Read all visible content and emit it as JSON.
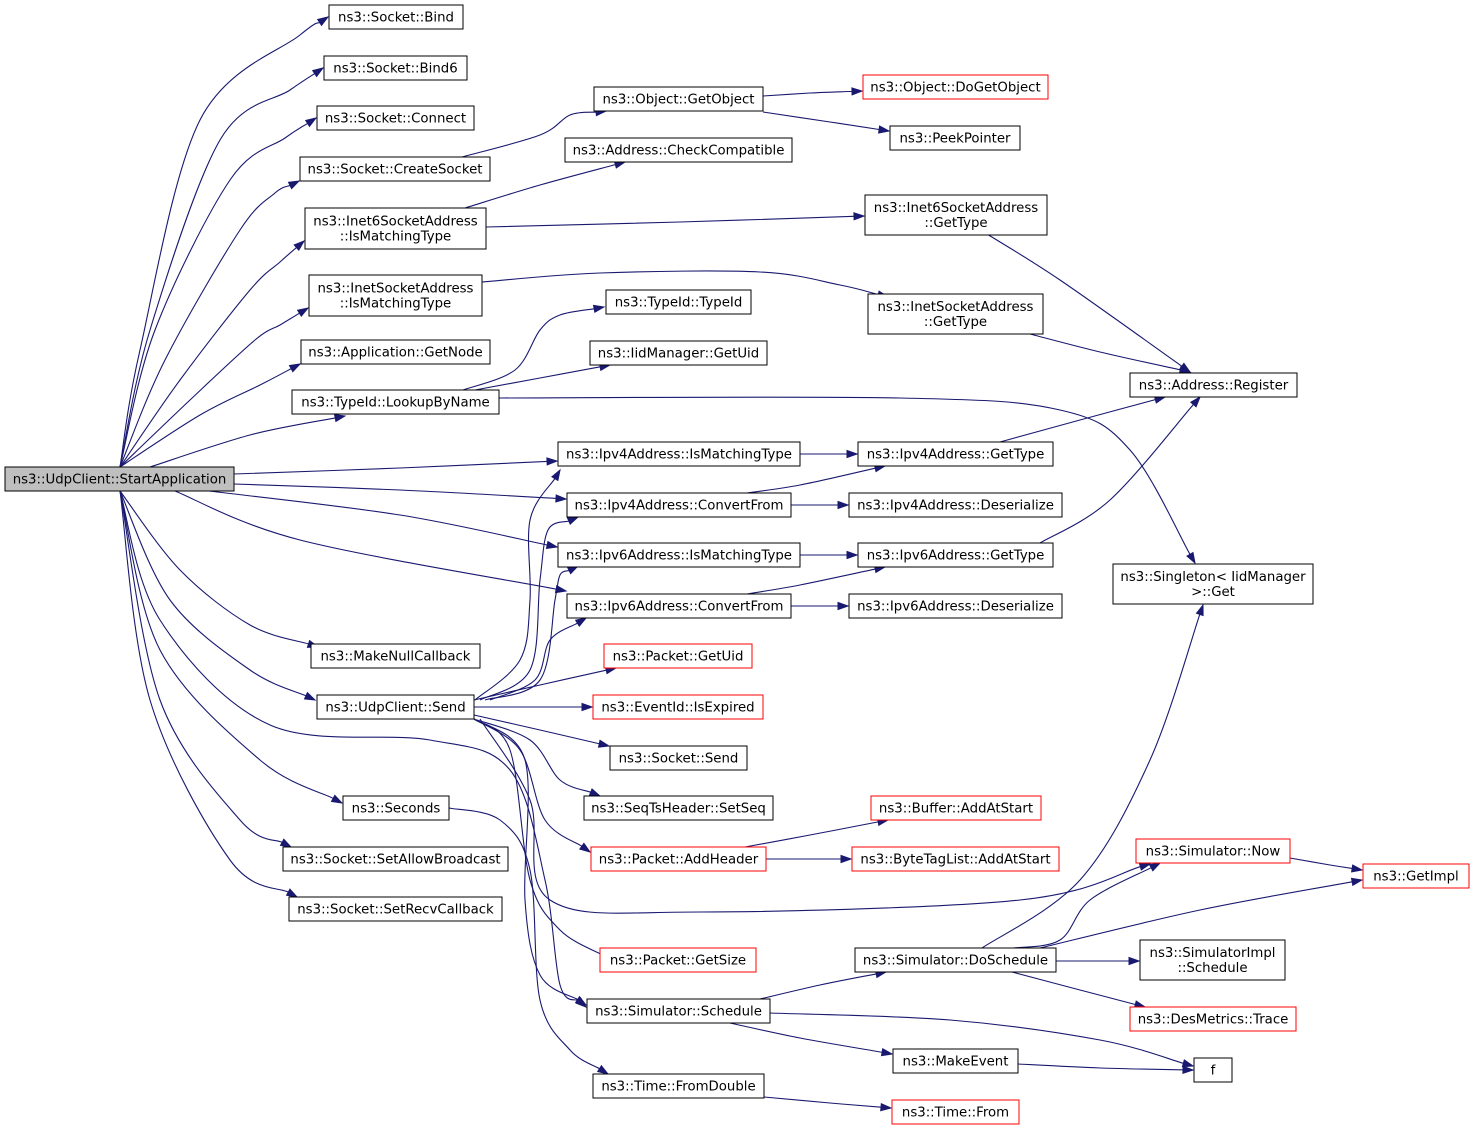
{
  "graph": {
    "root": "ns3::UdpClient::StartApplication",
    "nodes": {
      "start": {
        "lines": [
          "ns3::UdpClient::StartApplication"
        ],
        "root": true
      },
      "bind": {
        "lines": [
          "ns3::Socket::Bind"
        ]
      },
      "bind6": {
        "lines": [
          "ns3::Socket::Bind6"
        ]
      },
      "connect": {
        "lines": [
          "ns3::Socket::Connect"
        ]
      },
      "createsocket": {
        "lines": [
          "ns3::Socket::CreateSocket"
        ]
      },
      "i6ismatch": {
        "lines": [
          "ns3::Inet6SocketAddress",
          "::IsMatchingType"
        ]
      },
      "iismatch": {
        "lines": [
          "ns3::InetSocketAddress",
          "::IsMatchingType"
        ]
      },
      "getnode": {
        "lines": [
          "ns3::Application::GetNode"
        ]
      },
      "lookup": {
        "lines": [
          "ns3::TypeId::LookupByName"
        ]
      },
      "makenull": {
        "lines": [
          "ns3::MakeNullCallback"
        ]
      },
      "udpsend": {
        "lines": [
          "ns3::UdpClient::Send"
        ]
      },
      "seconds": {
        "lines": [
          "ns3::Seconds"
        ]
      },
      "setallow": {
        "lines": [
          "ns3::Socket::SetAllowBroadcast"
        ]
      },
      "setrecv": {
        "lines": [
          "ns3::Socket::SetRecvCallback"
        ]
      },
      "getobject": {
        "lines": [
          "ns3::Object::GetObject"
        ]
      },
      "checkcompat": {
        "lines": [
          "ns3::Address::CheckCompatible"
        ]
      },
      "typeid": {
        "lines": [
          "ns3::TypeId::TypeId"
        ]
      },
      "iidgetuid": {
        "lines": [
          "ns3::IidManager::GetUid"
        ]
      },
      "v4ismatch": {
        "lines": [
          "ns3::Ipv4Address::IsMatchingType"
        ]
      },
      "v4convert": {
        "lines": [
          "ns3::Ipv4Address::ConvertFrom"
        ]
      },
      "v6ismatch": {
        "lines": [
          "ns3::Ipv6Address::IsMatchingType"
        ]
      },
      "v6convert": {
        "lines": [
          "ns3::Ipv6Address::ConvertFrom"
        ]
      },
      "pktgetuid": {
        "lines": [
          "ns3::Packet::GetUid"
        ],
        "red": true
      },
      "isexpired": {
        "lines": [
          "ns3::EventId::IsExpired"
        ],
        "red": true
      },
      "socksend": {
        "lines": [
          "ns3::Socket::Send"
        ]
      },
      "setseq": {
        "lines": [
          "ns3::SeqTsHeader::SetSeq"
        ]
      },
      "addheader": {
        "lines": [
          "ns3::Packet::AddHeader"
        ],
        "red": true
      },
      "getsize": {
        "lines": [
          "ns3::Packet::GetSize"
        ],
        "red": true
      },
      "simschedule": {
        "lines": [
          "ns3::Simulator::Schedule"
        ]
      },
      "fromdouble": {
        "lines": [
          "ns3::Time::FromDouble"
        ]
      },
      "dogetobject": {
        "lines": [
          "ns3::Object::DoGetObject"
        ],
        "red": true
      },
      "peekpointer": {
        "lines": [
          "ns3::PeekPointer"
        ]
      },
      "i6gettype": {
        "lines": [
          "ns3::Inet6SocketAddress",
          "::GetType"
        ]
      },
      "igettype": {
        "lines": [
          "ns3::InetSocketAddress",
          "::GetType"
        ]
      },
      "v4gettype": {
        "lines": [
          "ns3::Ipv4Address::GetType"
        ]
      },
      "v4deser": {
        "lines": [
          "ns3::Ipv4Address::Deserialize"
        ]
      },
      "v6gettype": {
        "lines": [
          "ns3::Ipv6Address::GetType"
        ]
      },
      "v6deser": {
        "lines": [
          "ns3::Ipv6Address::Deserialize"
        ]
      },
      "addatstart": {
        "lines": [
          "ns3::Buffer::AddAtStart"
        ],
        "red": true
      },
      "btladdatstart": {
        "lines": [
          "ns3::ByteTagList::AddAtStart"
        ],
        "red": true
      },
      "doschedule": {
        "lines": [
          "ns3::Simulator::DoSchedule"
        ]
      },
      "makeevent": {
        "lines": [
          "ns3::MakeEvent"
        ]
      },
      "timefrom": {
        "lines": [
          "ns3::Time::From"
        ],
        "red": true
      },
      "register": {
        "lines": [
          "ns3::Address::Register"
        ]
      },
      "singleton": {
        "lines": [
          "ns3::Singleton< IidManager",
          " >::Get"
        ]
      },
      "simnow": {
        "lines": [
          "ns3::Simulator::Now"
        ],
        "red": true
      },
      "implschedule": {
        "lines": [
          "ns3::SimulatorImpl",
          "::Schedule"
        ]
      },
      "destrace": {
        "lines": [
          "ns3::DesMetrics::Trace"
        ],
        "red": true
      },
      "f": {
        "lines": [
          "f"
        ]
      },
      "getimpl": {
        "lines": [
          "ns3::GetImpl"
        ],
        "red": true
      }
    },
    "edges": [
      [
        "start",
        "bind"
      ],
      [
        "start",
        "bind6"
      ],
      [
        "start",
        "connect"
      ],
      [
        "start",
        "createsocket"
      ],
      [
        "start",
        "i6ismatch"
      ],
      [
        "start",
        "iismatch"
      ],
      [
        "start",
        "getnode"
      ],
      [
        "start",
        "lookup"
      ],
      [
        "start",
        "v4ismatch"
      ],
      [
        "start",
        "v4convert"
      ],
      [
        "start",
        "v6ismatch"
      ],
      [
        "start",
        "v6convert"
      ],
      [
        "start",
        "makenull"
      ],
      [
        "start",
        "udpsend"
      ],
      [
        "start",
        "seconds"
      ],
      [
        "start",
        "simschedule"
      ],
      [
        "start",
        "setallow"
      ],
      [
        "start",
        "setrecv"
      ],
      [
        "createsocket",
        "getobject"
      ],
      [
        "getobject",
        "dogetobject"
      ],
      [
        "getobject",
        "peekpointer"
      ],
      [
        "i6ismatch",
        "checkcompat"
      ],
      [
        "i6ismatch",
        "i6gettype"
      ],
      [
        "iismatch",
        "igettype"
      ],
      [
        "i6gettype",
        "register"
      ],
      [
        "igettype",
        "register"
      ],
      [
        "lookup",
        "typeid"
      ],
      [
        "lookup",
        "iidgetuid"
      ],
      [
        "lookup",
        "singleton"
      ],
      [
        "v4ismatch",
        "v4gettype"
      ],
      [
        "v4convert",
        "v4gettype"
      ],
      [
        "v4convert",
        "v4deser"
      ],
      [
        "v4gettype",
        "register"
      ],
      [
        "v6ismatch",
        "v6gettype"
      ],
      [
        "v6convert",
        "v6gettype"
      ],
      [
        "v6convert",
        "v6deser"
      ],
      [
        "v6gettype",
        "register"
      ],
      [
        "udpsend",
        "v4ismatch"
      ],
      [
        "udpsend",
        "v4convert"
      ],
      [
        "udpsend",
        "v6ismatch"
      ],
      [
        "udpsend",
        "v6convert"
      ],
      [
        "udpsend",
        "pktgetuid"
      ],
      [
        "udpsend",
        "isexpired"
      ],
      [
        "udpsend",
        "socksend"
      ],
      [
        "udpsend",
        "setseq"
      ],
      [
        "udpsend",
        "addheader"
      ],
      [
        "udpsend",
        "simnow"
      ],
      [
        "udpsend",
        "getsize"
      ],
      [
        "udpsend",
        "simschedule"
      ],
      [
        "seconds",
        "fromdouble"
      ],
      [
        "addheader",
        "addatstart"
      ],
      [
        "addheader",
        "btladdatstart"
      ],
      [
        "simschedule",
        "doschedule"
      ],
      [
        "simschedule",
        "f"
      ],
      [
        "simschedule",
        "makeevent"
      ],
      [
        "fromdouble",
        "timefrom"
      ],
      [
        "doschedule",
        "singleton"
      ],
      [
        "doschedule",
        "simnow"
      ],
      [
        "doschedule",
        "getimpl"
      ],
      [
        "doschedule",
        "implschedule"
      ],
      [
        "doschedule",
        "destrace"
      ],
      [
        "simnow",
        "getimpl"
      ],
      [
        "makeevent",
        "f"
      ]
    ]
  }
}
